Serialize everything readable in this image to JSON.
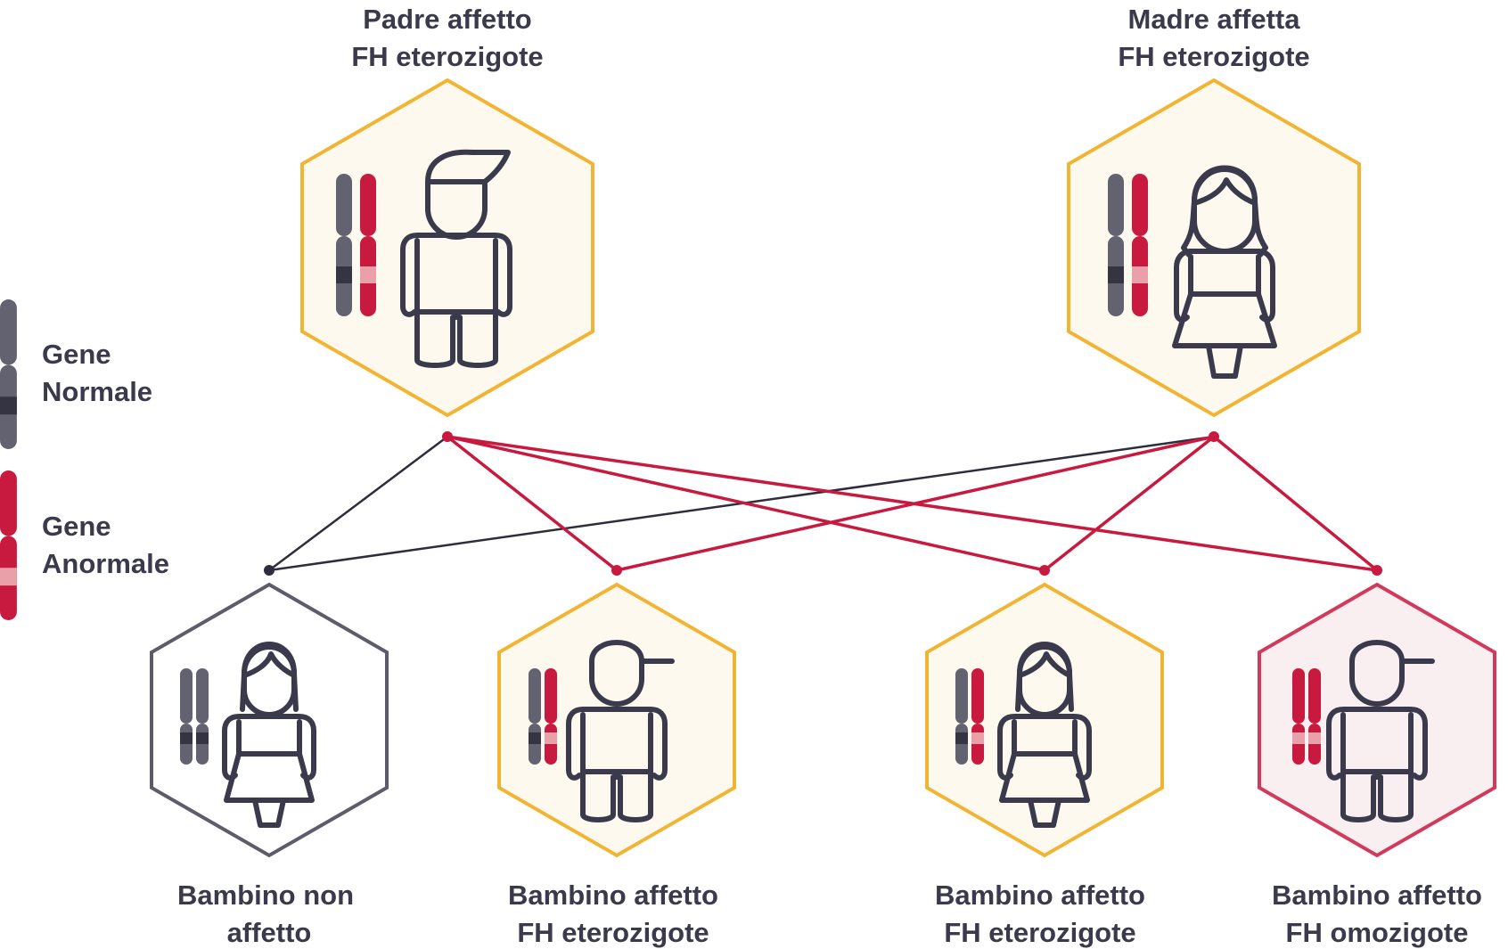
{
  "colors": {
    "text": "#3b3a4c",
    "normal_gene": "#626270",
    "normal_band": "#343443",
    "abnormal_gene": "#c8193f",
    "abnormal_band": "#e9a0a8",
    "affected_border": "#f1b433",
    "affected_fill": "#fef9ee",
    "homozygous_border": "#d23a5c",
    "homozygous_fill": "#f9eef0",
    "unaffected_border": "#5e5c6b",
    "line_normal": "#2e2d3b",
    "line_abnormal": "#c8193f"
  },
  "legend": {
    "normal": {
      "line1": "Gene",
      "line2": "Normale"
    },
    "abnormal": {
      "line1": "Gene",
      "line2": "Anormale"
    }
  },
  "parents": {
    "father": {
      "line1": "Padre affetto",
      "line2": "FH eterozigote",
      "figure": "man-icon",
      "status": "affected",
      "genes": [
        "normal",
        "abnormal"
      ]
    },
    "mother": {
      "line1": "Madre affetta",
      "line2": "FH eterozigote",
      "figure": "woman-icon",
      "status": "affected",
      "genes": [
        "normal",
        "abnormal"
      ]
    }
  },
  "children": [
    {
      "line1": "Bambino non",
      "line2": "affetto",
      "figure": "girl-icon",
      "status": "unaffected",
      "genes": [
        "normal",
        "normal"
      ]
    },
    {
      "line1": "Bambino affetto",
      "line2": "FH eterozigote",
      "figure": "boy-icon",
      "status": "affected",
      "genes": [
        "normal",
        "abnormal"
      ]
    },
    {
      "line1": "Bambino affetto",
      "line2": "FH eterozigote",
      "figure": "girl-icon",
      "status": "affected",
      "genes": [
        "normal",
        "abnormal"
      ]
    },
    {
      "line1": "Bambino affetto",
      "line2": "FH omozigote",
      "figure": "boy-icon",
      "status": "homozygous",
      "genes": [
        "abnormal",
        "abnormal"
      ]
    }
  ],
  "inheritance_links": [
    {
      "from": "father",
      "to_child": 0,
      "gene": "normal"
    },
    {
      "from": "mother",
      "to_child": 0,
      "gene": "normal"
    },
    {
      "from": "father",
      "to_child": 1,
      "gene": "abnormal"
    },
    {
      "from": "mother",
      "to_child": 1,
      "gene": "abnormal"
    },
    {
      "from": "father",
      "to_child": 2,
      "gene": "abnormal"
    },
    {
      "from": "mother",
      "to_child": 2,
      "gene": "abnormal"
    },
    {
      "from": "father",
      "to_child": 3,
      "gene": "abnormal"
    },
    {
      "from": "mother",
      "to_child": 3,
      "gene": "abnormal"
    }
  ]
}
